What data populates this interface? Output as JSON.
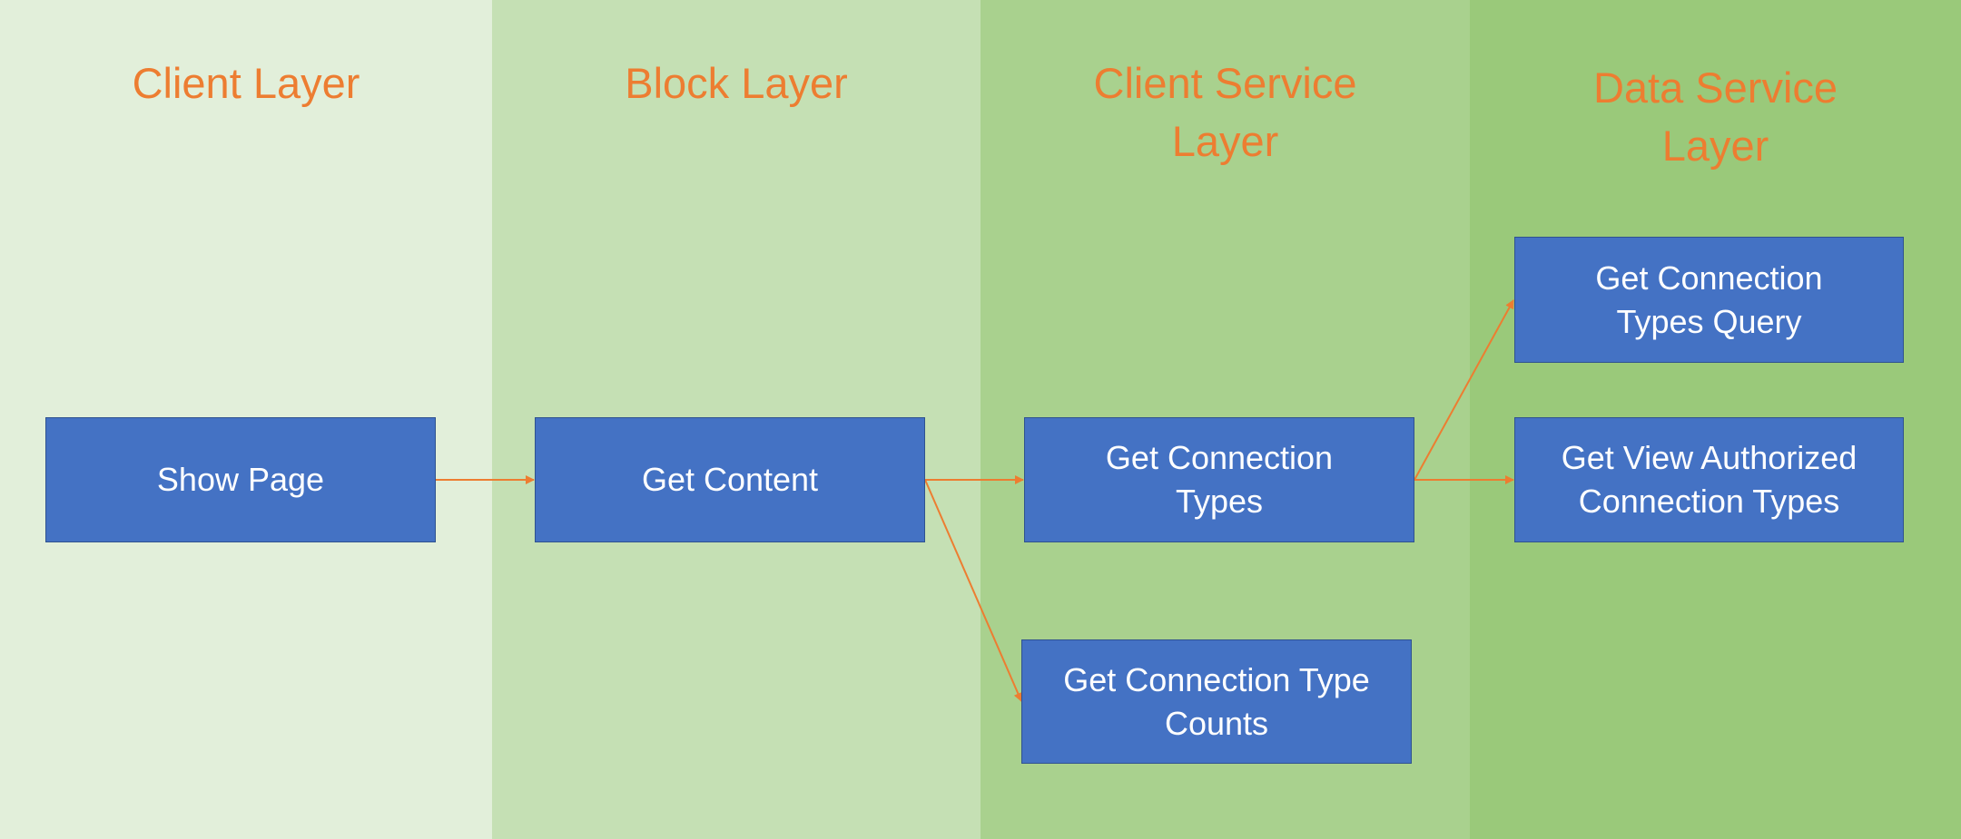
{
  "colors": {
    "lane_1": "#E2EFDA",
    "lane_2": "#C5E0B4",
    "lane_3": "#A9D18E",
    "lane_4": "#9AC97A",
    "box_fill": "#4472C4",
    "box_border": "#2F528F",
    "title_text": "#ED7D31",
    "arrow": "#ED7D31"
  },
  "lanes": [
    {
      "title": "Client Layer"
    },
    {
      "title": "Block Layer"
    },
    {
      "title": "Client Service\nLayer"
    },
    {
      "title": "Data Service\nLayer"
    }
  ],
  "nodes": {
    "show_page": "Show Page",
    "get_content": "Get Content",
    "get_connection_types": "Get Connection\nTypes",
    "get_connection_type_counts": "Get Connection Type\nCounts",
    "get_connection_types_query": "Get Connection\nTypes Query",
    "get_view_authorized_connection_types": "Get View Authorized\nConnection Types"
  },
  "edges": [
    {
      "from": "show_page",
      "to": "get_content"
    },
    {
      "from": "get_content",
      "to": "get_connection_types"
    },
    {
      "from": "get_content",
      "to": "get_connection_type_counts"
    },
    {
      "from": "get_connection_types",
      "to": "get_connection_types_query"
    },
    {
      "from": "get_connection_types",
      "to": "get_view_authorized_connection_types"
    }
  ]
}
